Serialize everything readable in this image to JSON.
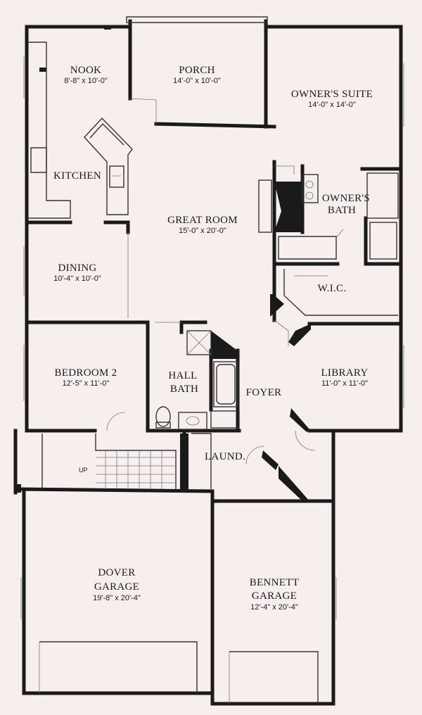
{
  "rooms": {
    "nook": {
      "name": "NOOK",
      "dims": "8'-8\" x 10'-0\""
    },
    "porch": {
      "name": "PORCH",
      "dims": "14'-0\" x 10'-0\""
    },
    "owners_suite": {
      "name": "OWNER'S SUITE",
      "dims": "14'-0\" x 14'-0\""
    },
    "kitchen": {
      "name": "KITCHEN"
    },
    "owners_bath": {
      "line1": "OWNER'S",
      "line2": "BATH"
    },
    "great_room": {
      "name": "GREAT ROOM",
      "dims": "15'-0\" x 20'-0\""
    },
    "dining": {
      "name": "DINING",
      "dims": "10'-4\" x 10'-0\""
    },
    "wic": {
      "name": "W.I.C."
    },
    "bedroom2": {
      "name": "BEDROOM 2",
      "dims": "12'-5\" x 11'-0\""
    },
    "hall_bath": {
      "line1": "HALL",
      "line2": "BATH"
    },
    "foyer": {
      "name": "FOYER"
    },
    "library": {
      "name": "LIBRARY",
      "dims": "11'-0\" x 11'-0\""
    },
    "laundry": {
      "name": "LAUND."
    },
    "dover_garage": {
      "line1": "DOVER",
      "line2": "GARAGE",
      "dims": "19'-8\" x 20'-4\""
    },
    "bennett_garage": {
      "line1": "BENNETT",
      "line2": "GARAGE",
      "dims": "12'-4\" x 20'-4\""
    }
  },
  "stair_label": "UP"
}
